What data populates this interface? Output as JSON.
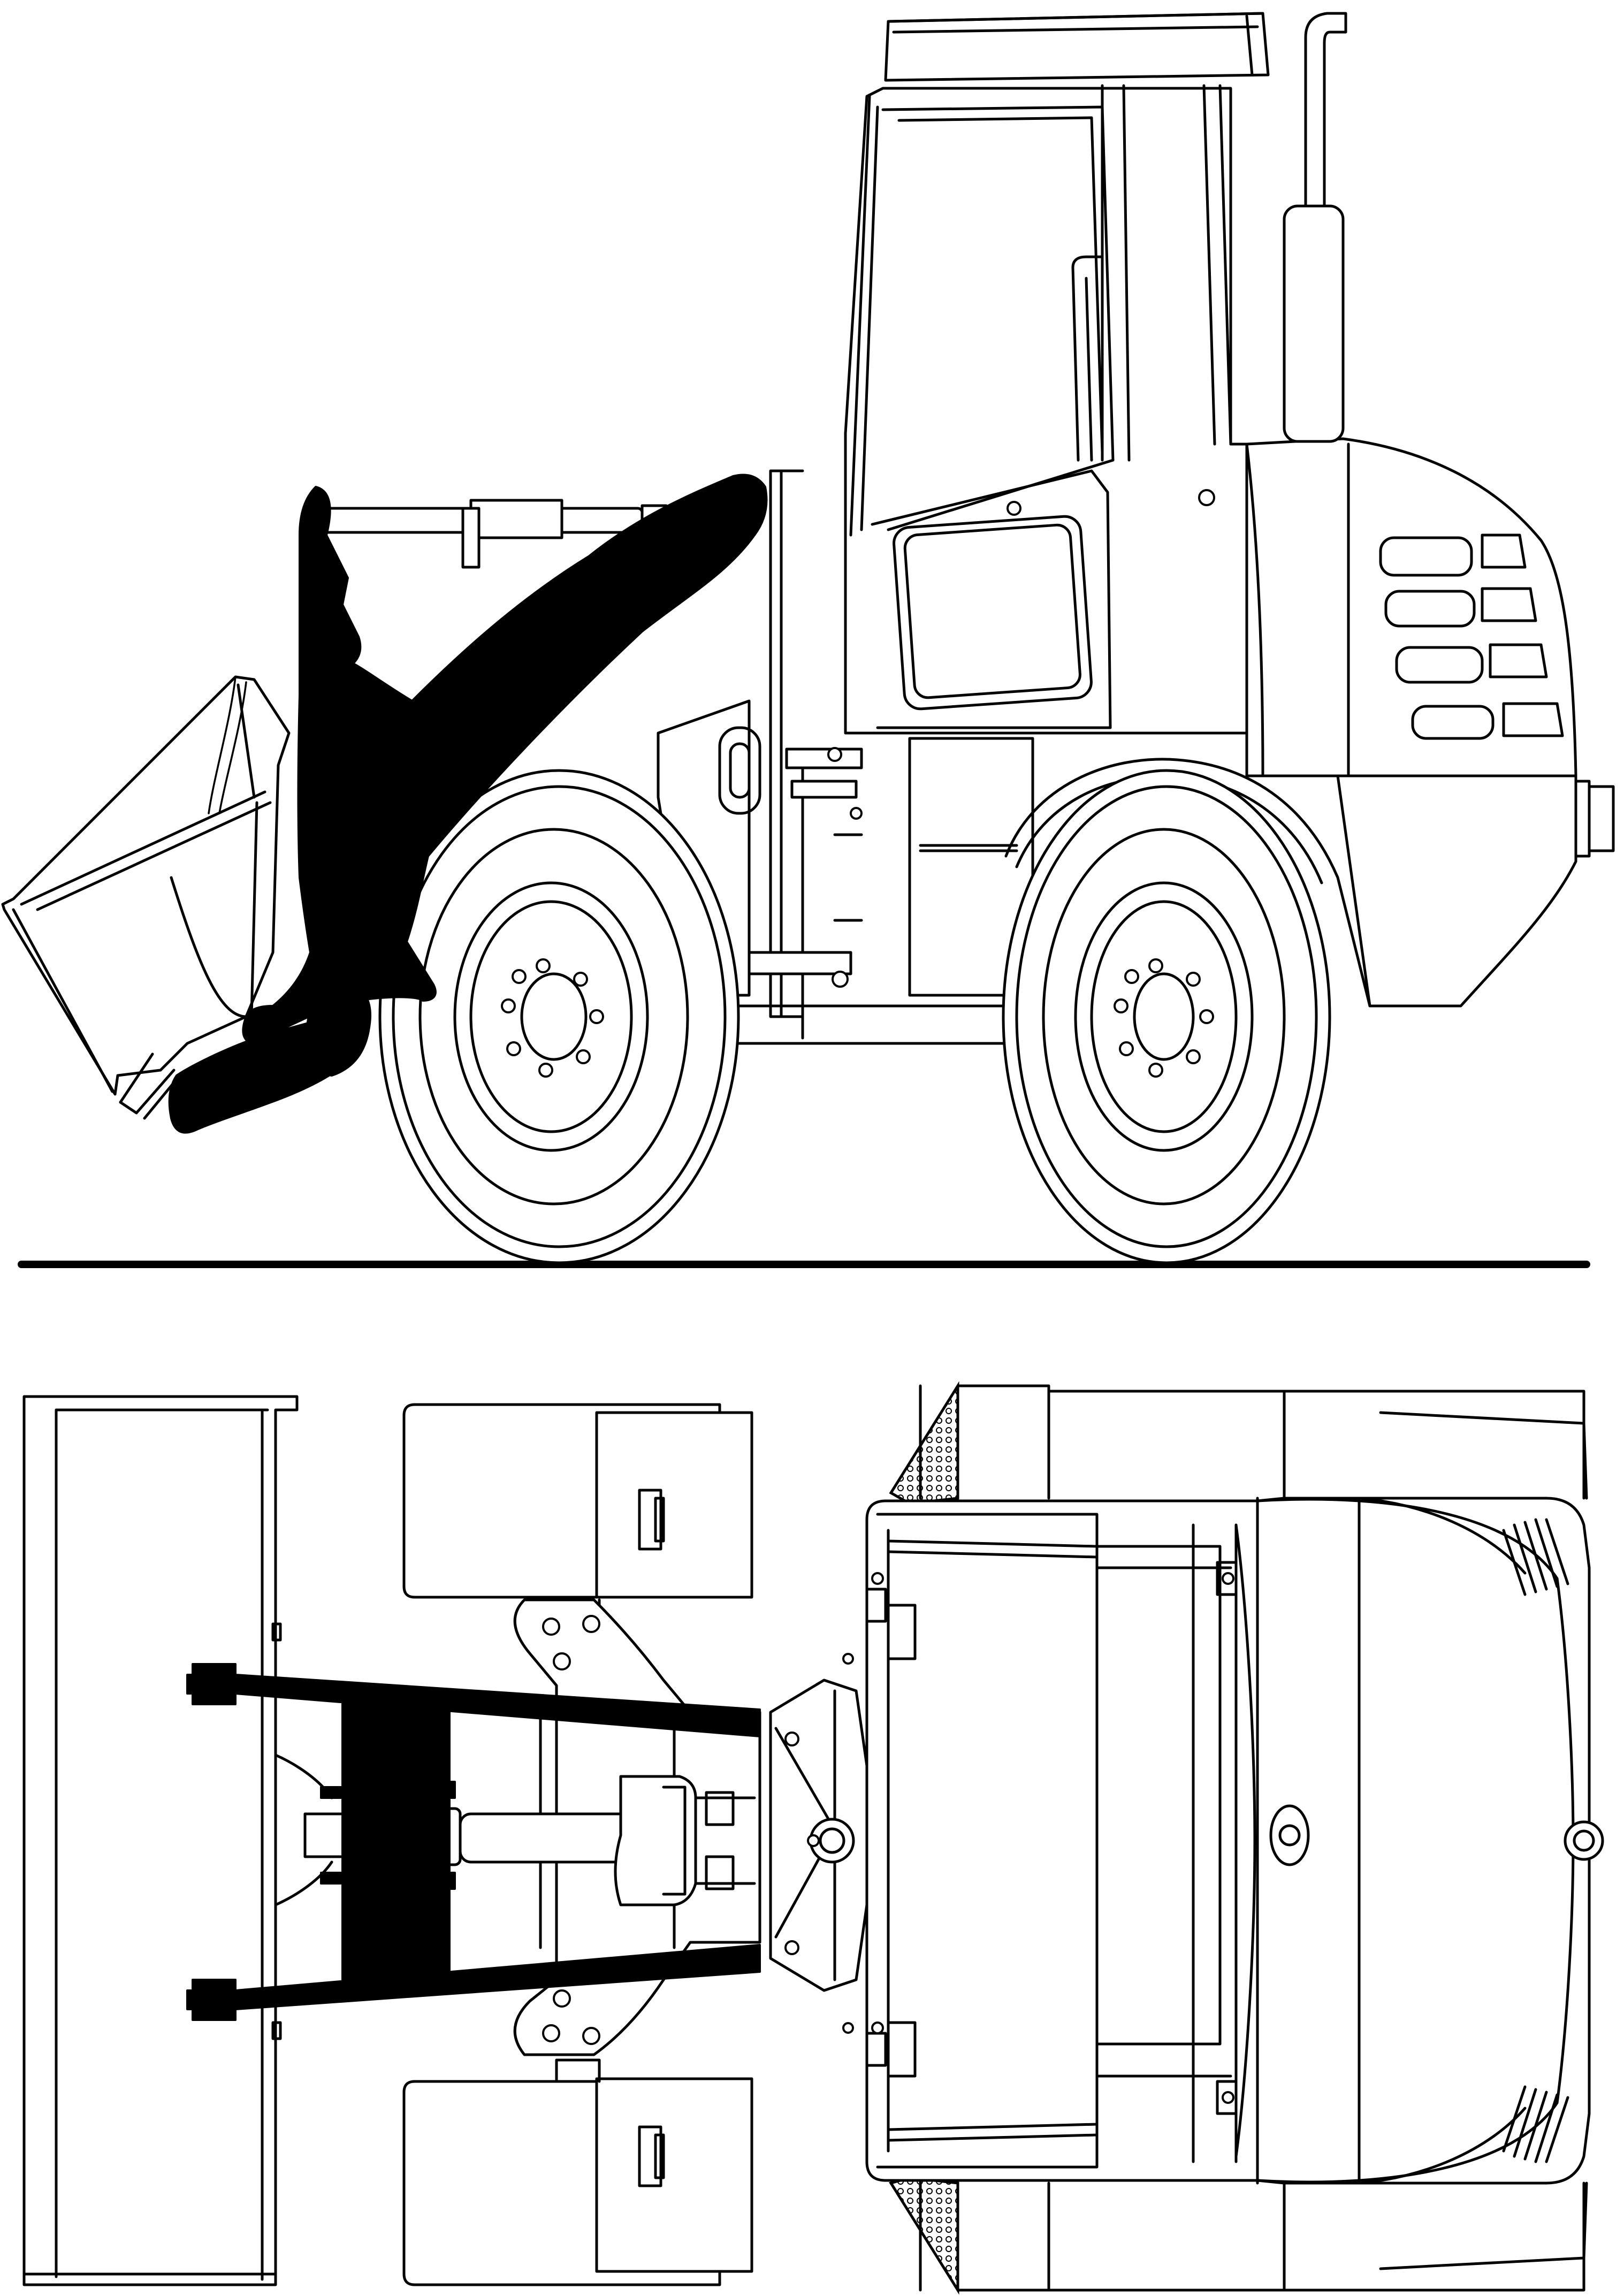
{
  "drawing": {
    "style": "black line drawing on white background",
    "views": [
      {
        "id": "side-view",
        "components": [
          "cab",
          "exhaust-stack",
          "engine-hood",
          "rear-counterweight",
          "front-wheel",
          "rear-wheel",
          "loader-arm",
          "tilt-cylinder",
          "bucket",
          "ground-line"
        ]
      },
      {
        "id": "top-view",
        "components": [
          "bucket",
          "loader-arms",
          "linkage-crossmember",
          "center-hinge",
          "front-tires",
          "rear-tires",
          "cab-roof",
          "engine-hood",
          "grille-vents"
        ]
      }
    ],
    "colors": {
      "line": "#000000",
      "background": "#ffffff"
    }
  }
}
